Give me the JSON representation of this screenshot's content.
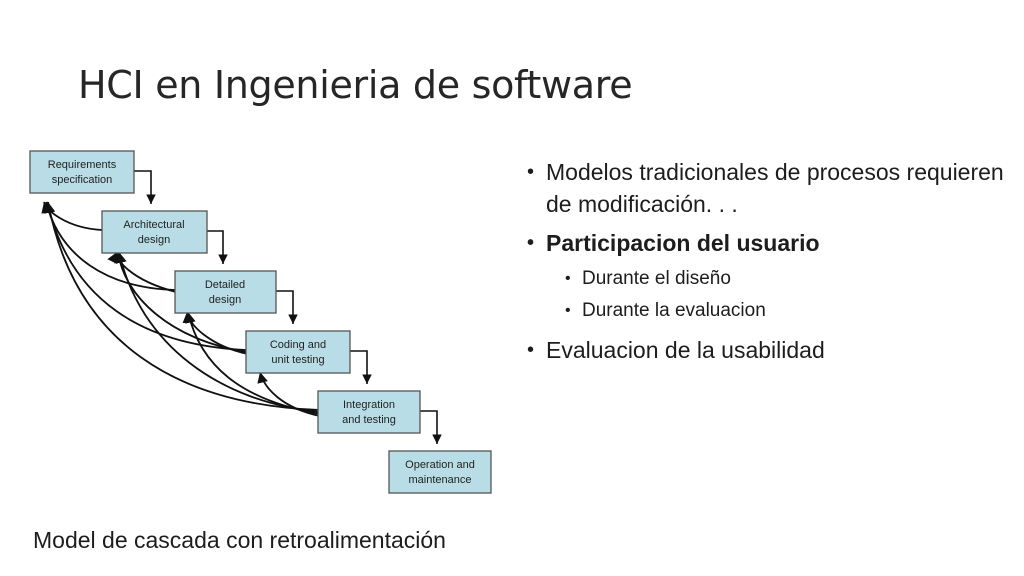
{
  "slide": {
    "title": "HCI en Ingenieria de software",
    "caption": "Model de cascada con retroalimentación"
  },
  "diagram": {
    "stages": [
      {
        "line1": "Requirements",
        "line2": "specification"
      },
      {
        "line1": "Architectural",
        "line2": "design"
      },
      {
        "line1": "Detailed",
        "line2": "design"
      },
      {
        "line1": "Coding and",
        "line2": "unit testing"
      },
      {
        "line1": "Integration",
        "line2": "and testing"
      },
      {
        "line1": "Operation and",
        "line2": "maintenance"
      }
    ],
    "box_fill": "#b9dde6"
  },
  "bullets": [
    {
      "text": "Modelos tradicionales de procesos requieren de modificación. . ."
    },
    {
      "text": "Participacion del usuario",
      "sub": [
        "Durante el diseño",
        "Durante la evaluacion"
      ]
    },
    {
      "text": "Evaluacion de la usabilidad"
    }
  ]
}
